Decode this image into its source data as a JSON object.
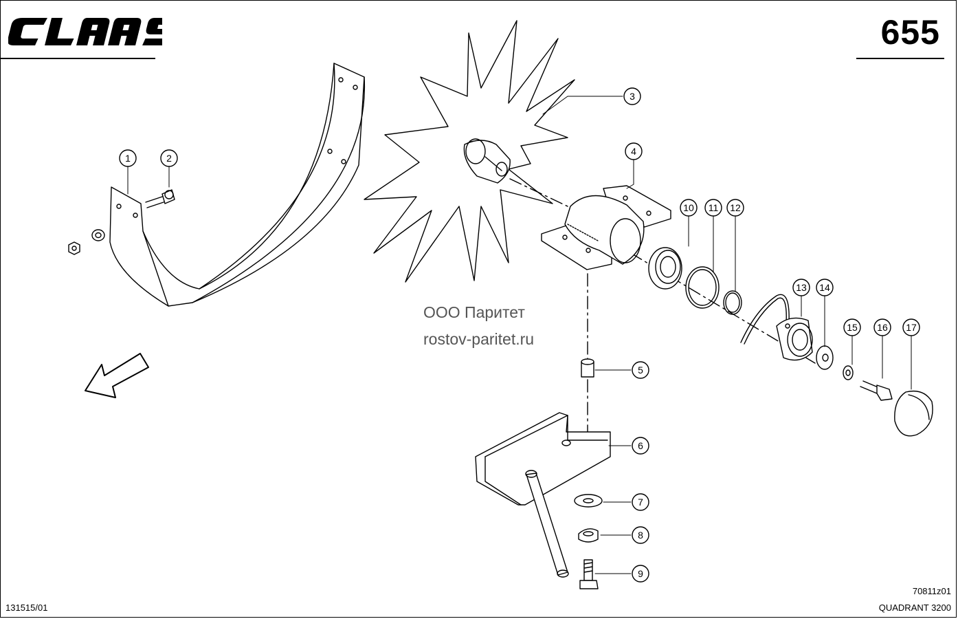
{
  "header": {
    "brand": "CLAAS",
    "page_number": "655"
  },
  "watermark": {
    "line1": "ООО Паритет",
    "line2": "rostov-paritet.ru"
  },
  "footer": {
    "left_code": "131515/01",
    "drawing_code": "70811z01",
    "model": "QUADRANT 3200"
  },
  "callouts": [
    "1",
    "2",
    "3",
    "4",
    "5",
    "6",
    "7",
    "8",
    "9",
    "10",
    "11",
    "12",
    "13",
    "14",
    "15",
    "16",
    "17"
  ],
  "line_color": "#000000"
}
